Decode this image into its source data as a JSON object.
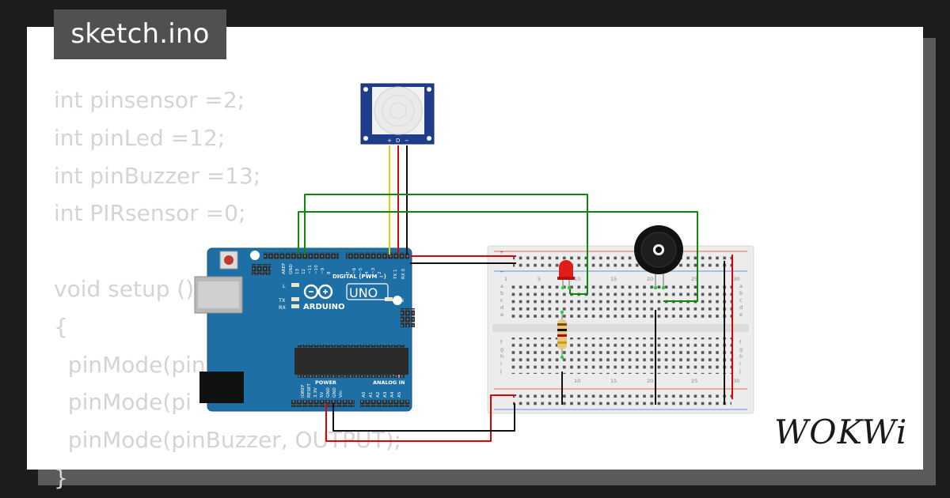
{
  "title": "sketch.ino",
  "brand": "WOKWi",
  "code_lines": [
    "int pinsensor =2;",
    "int pinLed =12;",
    "int pinBuzzer =13;",
    "int PIRsensor =0;",
    "",
    "void setup ()",
    "{",
    "  pinMode(pin",
    "  pinMode(pi",
    "  pinMode(pinBuzzer, OUTPUT);",
    "}"
  ],
  "arduino": {
    "logo_text": "ARDUINO",
    "model": "UNO",
    "digital_label": "DIGITAL (PWM ~)",
    "power_label": "POWER",
    "analog_label": "ANALOG IN",
    "on_label": "ON",
    "pins_top": [
      "AREF",
      "GND",
      "13",
      "12",
      "~11",
      "~10",
      "~9",
      "8",
      "7",
      "~6",
      "~5",
      "4",
      "~3",
      "2",
      "TX 1",
      "RX 0"
    ],
    "pins_bottom": [
      "IOREF",
      "RESET",
      "3.3V",
      "5V",
      "GND",
      "GND",
      "Vin",
      "A0",
      "A1",
      "A2",
      "A3",
      "A4",
      "A5"
    ],
    "led_labels": [
      "L",
      "TX",
      "RX"
    ]
  },
  "pir": {
    "pin_labels": [
      "+",
      "D",
      "−"
    ]
  },
  "breadboard": {
    "column_numbers": [
      "1",
      "5",
      "10",
      "15",
      "20",
      "25",
      "30"
    ],
    "row_letters_top": [
      "a",
      "b",
      "c",
      "d",
      "e"
    ],
    "row_letters_bottom": [
      "f",
      "g",
      "h",
      "i",
      "j"
    ]
  },
  "colors": {
    "board_blue": "#1d6fa5",
    "wire_green": "#0a8a0a",
    "wire_red": "#e00000",
    "wire_black": "#111111",
    "wire_yellow": "#e8d000",
    "code_gray": "#d4d4d4"
  }
}
